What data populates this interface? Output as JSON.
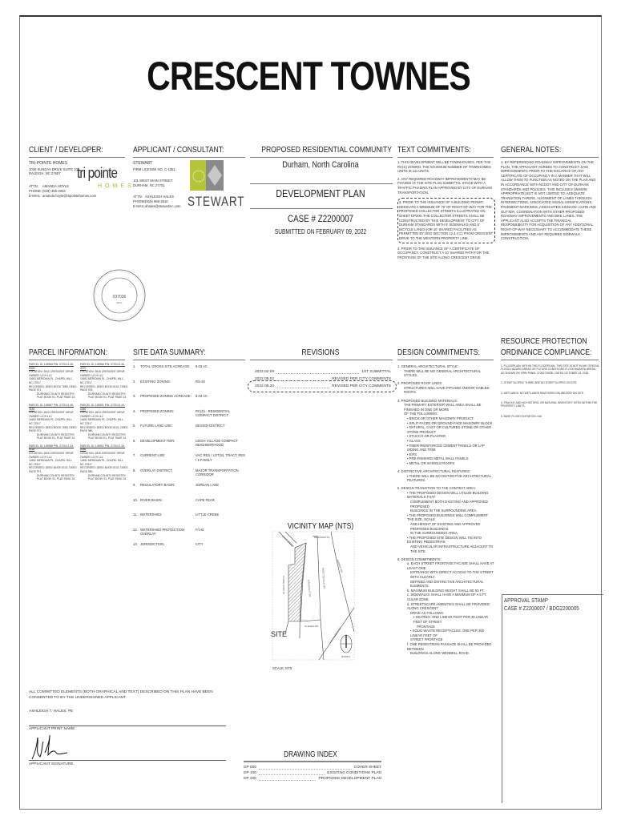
{
  "title": "CRESCENT TOWNES",
  "client": {
    "heading": "CLIENT / DEVELOPER:",
    "name": "TRI-POINTE HOMES",
    "address1": "1030 SUNDAY DRIVE SUITE 101",
    "address2": "RALEIGH, NC 27607",
    "attn_label": "ATTN:",
    "attn": "AMANDA HOYLE",
    "phone_label": "PHONE:",
    "phone": "(919) 356-4933",
    "email_label": "E-MAIL:",
    "email": "amanda.hoyle@tripointehomes.com",
    "logo_main": "tri pointe",
    "logo_sub": "HOMES"
  },
  "applicant": {
    "heading": "APPLICANT / CONSULTANT:",
    "name": "STEWART",
    "license": "FIRM LICENSE NO. C-1051",
    "address1": "101 WEST MAIN STREET",
    "address2": "DURHAM, NC 27701",
    "attn_label": "ATTN:",
    "attn": "ASHLEIGH HALES",
    "phone_label": "PHONE:",
    "phone": "(919) 866-4910",
    "email_label": "E-MAIL:",
    "email": "ahales@stewartinc.com",
    "logo_text": "STEWART"
  },
  "project": {
    "heading": "PROPOSED RESIDENTIAL COMMUNITY",
    "location": "Durham, North Carolina",
    "plan": "DEVELOPMENT PLAN",
    "case": "CASE # Z2200007",
    "submitted": "SUBMITTED ON FEBRUARY 09, 2022"
  },
  "seal": {
    "text": "NORTH CAROLINA PROFESSIONAL ENGINEER SEAL 037036 ASHLEIGH T. HALES"
  },
  "text_commitments": {
    "heading": "TEXT COMMITMENTS:",
    "items": [
      "1.  THIS DEVELOPMENT WILL BE TOWNHOUSES. PER THE RC(D) ZONING, THE MAXIMUM NUMBER OF TOWNHOMES UNITS IS 111 UNITS.",
      "2.  ANY REQUIRED ROADWAY IMPROVEMENTS MAY BE PHASED AT THE SITE PLAN SUBMITTAL STAGE WITH A TRAFFIC PHASING PLAN APPROVED BY CITY OF DURHAM TRANSPORTATION.",
      "3.  PRIOR TO THE ISSUANCE OF A BUILDING PERMIT, DEDICATE A MINIMUM OF 70' OF RIGHT-OF-WAY FOR THE PROPOSED COLLECTOR STREETS ILLUSTRATED ON SHEET DP200. THE COLLECTOR STREETS SHALL BE CONSTRUCTED BY THIS DEVELOPMENT TO CITY OF DURHAM STANDARDS WITH 5' SIDEWALKS AND 5' BICYCLE LANES (OR 10' SHARED FACILITIES AS PERMITTED BY UDO SECTION 12.4.4 C) FROM CRESCENT DRIVE TO THE WESTERN PROPERTY LINE.",
      "4.  PRIOR TO THE ISSUANCE OF A CERTIFICATE OF OCCUPANCY, CONSTRUCT A 10' SHARED PATH FOR THE FRONTAGE OF THE SITE ALONG CRESCENT DRIVE."
    ]
  },
  "general_notes": {
    "heading": "GENERAL NOTES:",
    "items": [
      "1.  BY REFERENCING ROADWAY IMPROVEMENTS ON THE PLAN, THE APPLICANT AGREES TO CONSTRUCT SAID IMPROVEMENTS PRIOR TO THE ISSUANCE OF ANY CERTIFICATE OF OCCUPANCY IN A MANNER THAT WILL ALLOW THEM TO FUNCTION AS NOTED ON THE PLAN AND IN ACCORDANCE WITH NCDOT AND CITY OF DURHAM STANDARDS AND POLICIES. THIS INCLUDES (WHERE APPROPRIATE) BUT IS NOT LIMITED TO: ADEQUATE TRANSITION TAPERS, ALIGNMENT OF LANES THROUGH INTERSECTIONS, ASSOCIATED SIGNAL MODIFICATIONS, PAVEMENT MARKINGS, ASSOCIATED SIGNAGE, CURB AND GUTTER, COORDINATION WITH OTHER PROPOSED ROADWAY IMPROVEMENTS AND BIKE LANES. THE APPLICANT ALSO ACCEPTS THE FINANCIAL RESPONSIBILITY FOR ACQUISITION OF ANY ADDITIONAL RIGHT-OF-WAY NECESSARY TO ACCOMMODATE THESE IMPROVEMENTS AND ANY REQUIRED SIDEWALK CONSTRUCTION."
    ]
  },
  "parcel": {
    "heading": "PARCEL INFORMATION:",
    "blocks": [
      [
        "PARCEL ID: 149585    PIN: 0729-01-45-5328",
        "LOCATION: 1810 CRESCENT DRIVE",
        "OWNER: LICH LLC",
        "11652 MERIDIAN PL, CHAPEL HILL, NC 27517",
        "RECORDED: DEED BOOK 7895, DEED PAGE 971,",
        "DURHAM COUNTY REGISTRY,",
        "PLAT BOOK 91, PLAT PAGE 24"
      ],
      [
        "PARCEL ID: 149586    PIN: 0729-01-45-4270",
        "LOCATION: 1816 CRESCENT DRIVE",
        "OWNER: LICH LLC",
        "11652 MERIDIAN PL, CHAPEL HILL, NC 27517",
        "RECORDED: DEED BOOK 8101, DEED PAGE 976,",
        "DURHAM COUNTY REGISTRY,",
        "PLAT BOOK 91, PLAT PAGE 24"
      ],
      [
        "PARCEL ID: 149587    PIN: 0729-01-45-3189",
        "LOCATION: 1820 CRESCENT DRIVE",
        "OWNER: LICH LLC",
        "11652 MERIDIAN PL, CHAPEL HILL, NC 27517",
        "RECORDED: DEED BOOK 7895, DEED PAGE 971,",
        "DURHAM COUNTY REGISTRY,",
        "PLAT BOOK 91, PLAT PAGE 24"
      ],
      [
        "PARCEL ID: 149591    PIN: 0729-01-44-2080",
        "LOCATION: 1824 CRESCENT DRIVE",
        "OWNER: LICH LLC",
        "11652 MERIDIAN PL, CHAPEL HILL, NC 27517",
        "RECORDED: DEED BOOK 8101, DEED PAGE 980,",
        "DURHAM COUNTY REGISTRY,",
        "PLAT BOOK 91, PLAT PAGE 24"
      ],
      [
        "PARCEL ID: 149588    PIN: 0729-01-34-8165",
        "LOCATION: 1826 CRESCENT DRIVE",
        "OWNER: LICH LLC",
        "11652 MERIDIAN PL, CHAPEL HILL, NC 27517",
        "RECORDED: DEED BOOK 8101, DEED PAGE 971,",
        "DURHAM COUNTY REGISTRY,",
        "PLAT BOOK 91, PLAT PAGE 24"
      ],
      [
        "PARCEL ID: 149592    PIN: 0729-01-34-8486",
        "LOCATION: 1828 CRESCENT DRIVE",
        "OWNER: LICH LLC",
        "11652 MERIDIAN PL, CHAPEL HILL, NC 27517",
        "RECORDED: DEED BOOK 8101, DEED PAGE 980,",
        "DURHAM COUNTY REGISTRY,",
        "PLAT BOOK 91, PLAT PAGE 24"
      ]
    ]
  },
  "site_data": {
    "heading": "SITE DATA SUMMARY:",
    "rows": [
      [
        "1.",
        "TOTAL GROSS SITE ACREAGE:",
        "8.03 AC"
      ],
      [
        "2.",
        "EXISTING ZONING:",
        "RS-20"
      ],
      [
        "3.",
        "PROPOSED ZONING ACREAGE:",
        "8.03 AC"
      ],
      [
        "4.",
        "PROPOSED ZONING:",
        "RC(D) - RESIDENTIAL COMPACT DISTRICT"
      ],
      [
        "5.",
        "FUTURE LAND USE:",
        "DESIGN DISTRICT"
      ],
      [
        "6.",
        "DEVELOPMENT TIER:",
        "LEIGH VILLAGE COMPACT NEIGHBORHOOD"
      ],
      [
        "7.",
        "CURRENT USE:",
        "VAC RES / LOT(S), TRACT, RES / 1-FAMILY"
      ],
      [
        "8.",
        "OVERLAY DISTRICT:",
        "MAJOR TRANSPORTATION CORRIDOR"
      ],
      [
        "9.",
        "REGULATORY BASIN:",
        "JORDAN LAKE"
      ],
      [
        "10.",
        "RIVER BASIN:",
        "CAPE FEAR"
      ],
      [
        "11.",
        "WATERSHED:",
        "LITTLE CREEK"
      ],
      [
        "12.",
        "WATERSHED PROTECTION OVERLAY:",
        "F/J-B"
      ],
      [
        "13.",
        "JURISDICTION:",
        "CITY"
      ]
    ]
  },
  "revisions": {
    "heading": "REVISIONS",
    "rows": [
      [
        "2022.02.09",
        "1ST SUBMITTAL"
      ],
      [
        "2022.05.02",
        "REVISED PER CITY COMMENTS"
      ],
      [
        "2022.06.20",
        "REVISED PER CITY COMMENTS"
      ]
    ]
  },
  "vicinity": {
    "heading": "VICINITY MAP (NTS)",
    "site_label": "SITE",
    "scale": "SCALE: NTS",
    "north": "NORTH",
    "streets": [
      "CRESCENT DR",
      "FAYETTEVILLE RD",
      "BARBEE RD",
      "CULP ARBOR DR",
      "CLEGRA DR",
      "STONE PARK CT",
      "CULP ARBOR",
      "RENFREW PL"
    ]
  },
  "design": {
    "heading": "DESIGN COMMITMENTS:",
    "text": [
      {
        "t": "1.  GENERAL ARCHITECTURAL STYLE:",
        "i": 0
      },
      {
        "t": "THERE WILL BE NO GENERAL ARCHITECTURAL STYLES.",
        "i": 1
      },
      {
        "t": "",
        "i": 0
      },
      {
        "t": "2.  PROPOSED ROOF LINES:",
        "i": 0
      },
      {
        "t": "STRUCTURES WILL HAVE PITCHED AND/OR GABLED ROOFS.",
        "i": 1
      },
      {
        "t": "",
        "i": 0
      },
      {
        "t": "3.  PROPOSED BUILDING MATERIALS:",
        "i": 0
      },
      {
        "t": "THE PRIMARY EXTERIOR WALL AREA SHALL BE FINISHED IN ONE OR MORE",
        "i": 1
      },
      {
        "t": "OF THE FOLLOWING:",
        "i": 1
      },
      {
        "t": "▪ BRICK OR OTHER MASONRY PRODUCT",
        "i": 2
      },
      {
        "t": "▪ SPLIT-FACED OR GROUND-FACE MASONRY BLOCK",
        "i": 2
      },
      {
        "t": "▪ NATURAL, CAST OR CULTURED STONE OR OTHER STONE PRODUCT",
        "i": 2
      },
      {
        "t": "▪ STUCCO OR PLASTER",
        "i": 2
      },
      {
        "t": "▪ GLASS",
        "i": 2
      },
      {
        "t": "▪ FIBER-REINFORCED CEMENT PANELS OR LAP SIDING AND TRIM",
        "i": 2
      },
      {
        "t": "▪ EIFS",
        "i": 2
      },
      {
        "t": "▪ PRE-FINISHED METAL WALL PANELS",
        "i": 2
      },
      {
        "t": "▪ METAL OR SHINGLE ROOFS",
        "i": 2
      },
      {
        "t": "",
        "i": 0
      },
      {
        "t": "4.  DISTINCTIVE ARCHITECTURAL FEATURES:",
        "i": 0
      },
      {
        "t": "▪ THERE WILL BE NO DISTINCTIVE ARCHITECTURAL FEATURES.",
        "i": 2
      },
      {
        "t": "",
        "i": 0
      },
      {
        "t": "5.  DESIGN TRANSITION TO THE CONTEXT AREA:",
        "i": 0
      },
      {
        "t": "▪ THE PROPOSED DESIGN WILL UTILIZE BUILDING MATERIALS THAT",
        "i": 2
      },
      {
        "t": "COMPLEMENT BOTH EXISTING AND APPROVED PROPOSED",
        "i": 3
      },
      {
        "t": "BUILDINGS IN THE SURROUNDING AREA.",
        "i": 3
      },
      {
        "t": "▪ THE PROPOSED BUILDINGS WILL COMPLEMENT THE SIZE, SCALE",
        "i": 2
      },
      {
        "t": "AND HEIGHT OF EXISTING AND APPROVED PROPOSED BUILDINGS",
        "i": 3
      },
      {
        "t": "IN THE SURROUNDING AREA.",
        "i": 3
      },
      {
        "t": "▪ THE PROPOSED SITE DESIGN WILL TIE INTO EXISTING PEDESTRIAN",
        "i": 2
      },
      {
        "t": "AND VEHICULAR INFRASTRUCTURE ADJACENT TO THE SITE.",
        "i": 3
      },
      {
        "t": "",
        "i": 0
      },
      {
        "t": "6.  DESIGN COMMITMENTS:",
        "i": 0
      },
      {
        "t": "a.  EACH STREET FRONTAGE FACADE SHALL HAVE AT LEAST ONE",
        "i": 2
      },
      {
        "t": "ENTRANCE WITH DIRECT ACCESS TO THE STREET WITH CLEARLY",
        "i": 3
      },
      {
        "t": "DEFINED AND DISTINCTIVE ARCHITECTURAL ELEMENTS.",
        "i": 3
      },
      {
        "t": "b.  MAXIMUM BUILDING HEIGHT SHALL BE 50 FT.",
        "i": 2
      },
      {
        "t": "c.  SIDEWALKS SHALL HAVE A MINIMUM OF A 5 FT. CLEAR ZONE.",
        "i": 2
      },
      {
        "t": "d.  STREETSCAPE AMENITIES SHALL BE PROVIDED ALONG CRESCENT",
        "i": 2
      },
      {
        "t": "DRIVE AS FOLLOWS:",
        "i": 3
      },
      {
        "t": "▪ SEATING: ONE LINEAR FOOT PER 30 LINEAR FEET OF STREET",
        "i": 4
      },
      {
        "t": "FRONTAGE",
        "i": 5
      },
      {
        "t": "▪ SOLID WASTE RECEPTACLES: ONE PER 300 LINEAR FEET OF",
        "i": 3
      },
      {
        "t": "STREET FRONTAGE",
        "i": 3
      },
      {
        "t": "f.  ONE PEDESTRIAN PASSAGE SHALL BE PROVIDED BETWEEN",
        "i": 2
      },
      {
        "t": "BUILDINGS ALONG WENDELL ROAD.",
        "i": 3
      }
    ]
  },
  "resource": {
    "heading1": "RESOURCE PROTECTION",
    "heading2": "ORDINANCE COMPLIANCE:",
    "items": [
      "1.  FLOODPLAIN: WITHIN THE FLOODPLAIN, THIS SITE IS NOT IN ANY SPECIAL FLOOD HAZARD AREAS OR FUTURE CONDITIONS FLOOD HAZARD AREAS, AS SHOWN ON FIRM PANEL 3720072900K, DATED OCTOBER 19, 2018.",
      "2.  STEEP SLOPES: THERE ARE NO STEEP SLOPES ON SITE.",
      "3.  WETLANDS: NO WETLANDS HAVE BEEN DELINEATED ON SITE.",
      "4.  TRACKS: AND NO HISTORIC OR NATURAL INVENTORY SITES WITHIN THE PROPERTY LIMITS.",
      "5.  BASE FLOOD ELEVATION: N/A"
    ]
  },
  "approval": {
    "title": "APPROVAL STAMP",
    "case": "CASE # Z2200007 / BDG2200005"
  },
  "consent": {
    "statement": "ALL COMMITTED ELEMENTS (BOTH GRAPHICAL AND TEXT) DESCRIBED ON THIS PLAN HAVE BEEN CONSENTED TO BY THE UNDERSIGNED APPLICANT.",
    "name": "ASHLEIGH T. HALES, PE",
    "print_label": "APPLICANT PRINT NAME",
    "signature_label": "APPLICANT SIGNATURE"
  },
  "drawing_index": {
    "heading": "DRAWING INDEX",
    "rows": [
      [
        "DP 000",
        "COVER SHEET"
      ],
      [
        "DP 100",
        "EXISTING CONDITIONS PLAN"
      ],
      [
        "DP 200",
        "PROPOSED DEVELOPMENT PLAN"
      ]
    ]
  },
  "colors": {
    "line": "#777777",
    "homes_green": "#9cbf3b",
    "text": "#222222"
  }
}
